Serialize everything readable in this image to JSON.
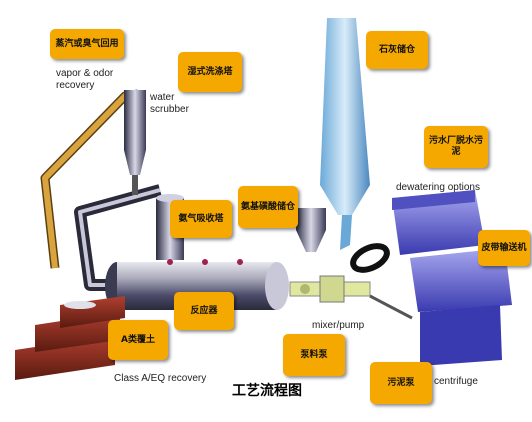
{
  "labels": {
    "vapor_cn": "蒸汽或臭气回用",
    "vapor_en": "vapor & odor recovery",
    "scrubber_cn": "湿式洗涤塔",
    "scrubber_en": "water scrubber",
    "ammonia_cn": "氨气吸收塔",
    "sulfamic_cn": "氨基磺酸储仓",
    "lime_cn": "石灰储仓",
    "sewage_cn": "污水厂脱水污泥",
    "dewatering_en": "dewatering options",
    "belt_cn": "皮带输送机",
    "reactor_cn": "反应器",
    "classa_cn": "A类覆土",
    "classa_en": "Class A/EQ recovery",
    "mixer_en": "mixer/pump",
    "feedpump_cn": "泵料泵",
    "sludgepump_cn": "污泥泵",
    "centrifuge_en": "centrifuge",
    "title": "工艺流程图"
  },
  "colors": {
    "note": "#f5a800",
    "pipe": "#d9a340",
    "tank_steel": "#4a4a6a",
    "blue_equipment": "#5a5ad0",
    "soil": "#8a2a1a"
  }
}
